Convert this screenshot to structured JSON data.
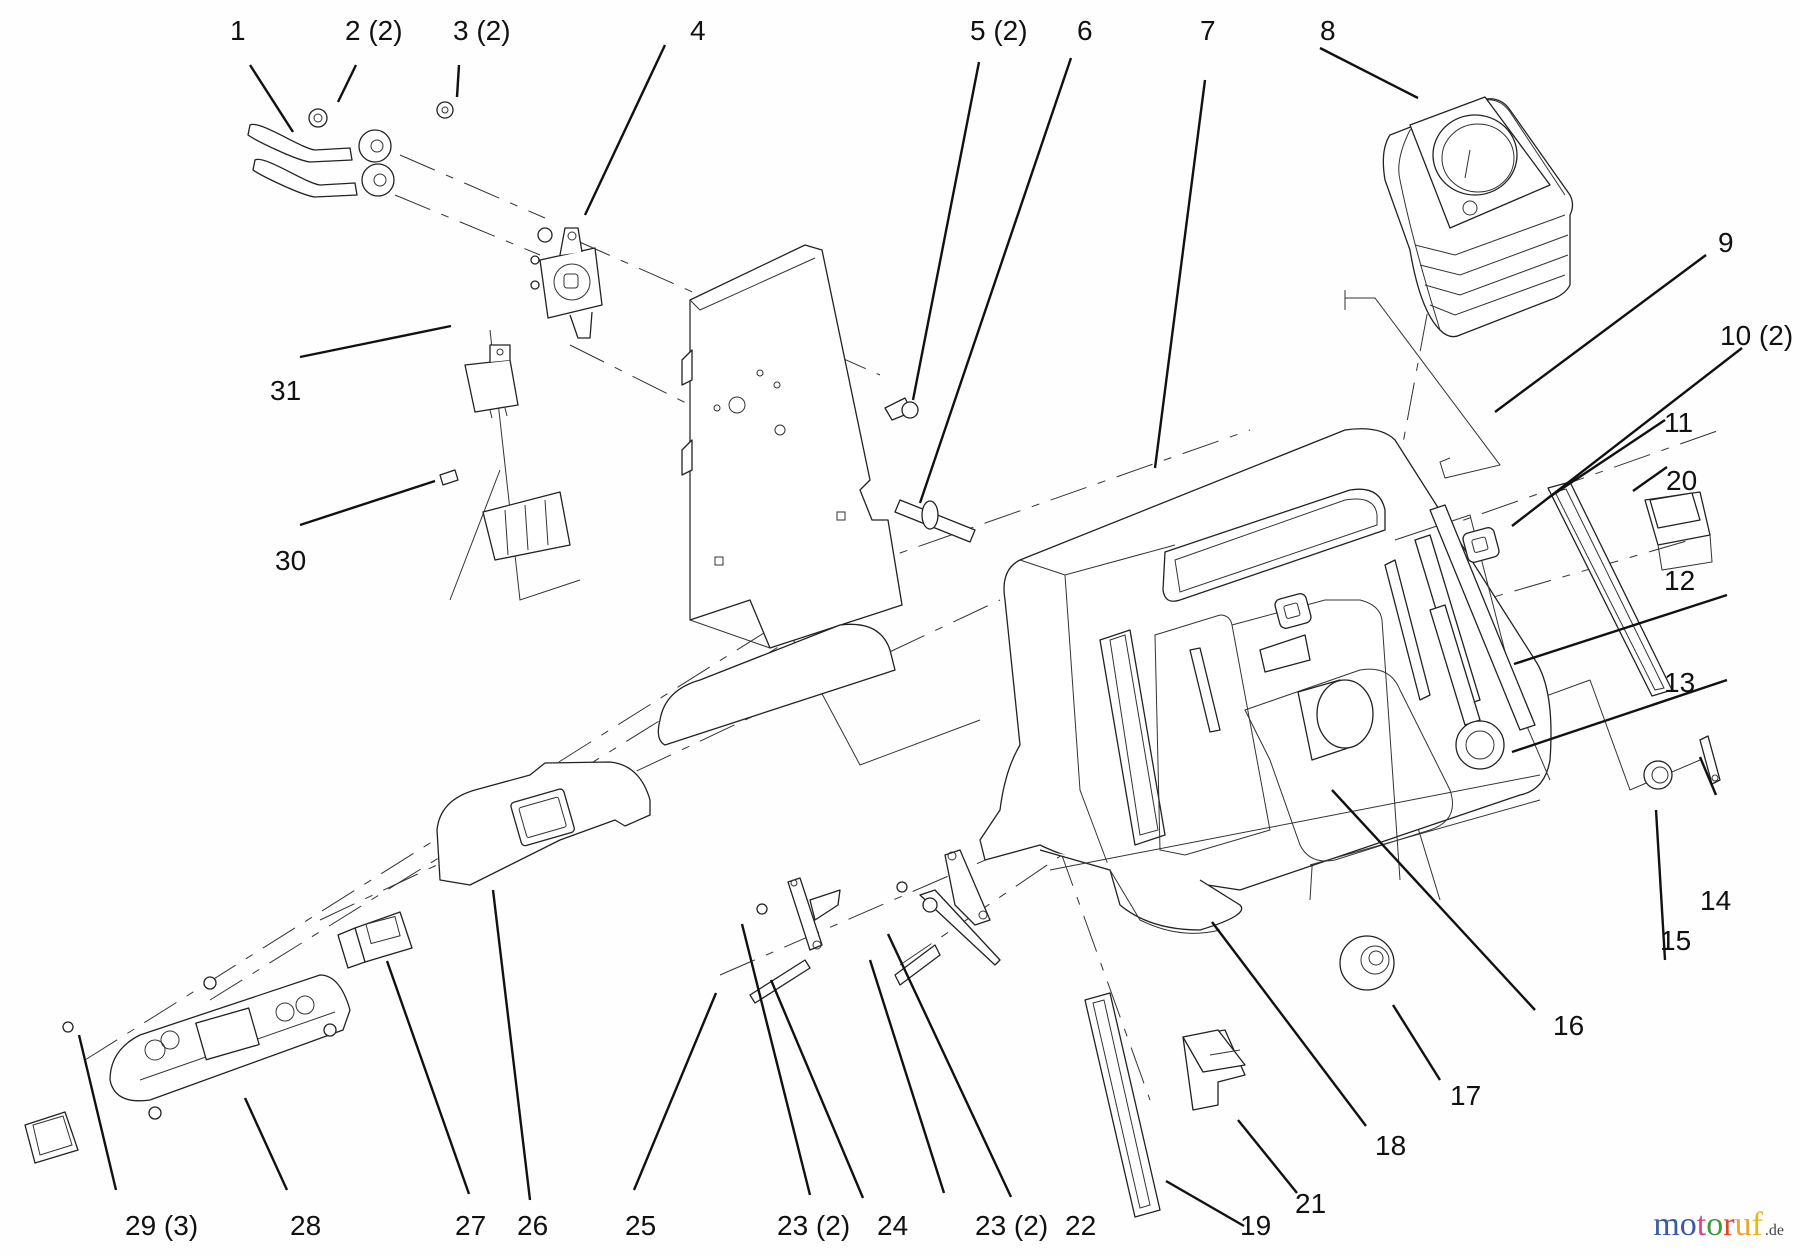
{
  "diagram": {
    "title": "Control panel / dash console exploded parts view",
    "callouts": [
      {
        "id": "1",
        "text": "1"
      },
      {
        "id": "2",
        "text": "2 (2)"
      },
      {
        "id": "3",
        "text": "3 (2)"
      },
      {
        "id": "4",
        "text": "4"
      },
      {
        "id": "5",
        "text": "5 (2)"
      },
      {
        "id": "6",
        "text": "6"
      },
      {
        "id": "7",
        "text": "7"
      },
      {
        "id": "8",
        "text": "8"
      },
      {
        "id": "9",
        "text": "9"
      },
      {
        "id": "10",
        "text": "10 (2)"
      },
      {
        "id": "11",
        "text": "11"
      },
      {
        "id": "12",
        "text": "12"
      },
      {
        "id": "13",
        "text": "13"
      },
      {
        "id": "14",
        "text": "14"
      },
      {
        "id": "15",
        "text": "15"
      },
      {
        "id": "16",
        "text": "16"
      },
      {
        "id": "17",
        "text": "17"
      },
      {
        "id": "18",
        "text": "18"
      },
      {
        "id": "19",
        "text": "19"
      },
      {
        "id": "20",
        "text": "20"
      },
      {
        "id": "21",
        "text": "21"
      },
      {
        "id": "22",
        "text": "22"
      },
      {
        "id": "23a",
        "text": "23 (2)"
      },
      {
        "id": "23b",
        "text": "23 (2)"
      },
      {
        "id": "24",
        "text": "24"
      },
      {
        "id": "25",
        "text": "25"
      },
      {
        "id": "26",
        "text": "26"
      },
      {
        "id": "27",
        "text": "27"
      },
      {
        "id": "28",
        "text": "28"
      },
      {
        "id": "29",
        "text": "29 (3)"
      },
      {
        "id": "30",
        "text": "30"
      },
      {
        "id": "31",
        "text": "31"
      }
    ]
  },
  "watermark": {
    "letters": [
      "m",
      "o",
      "t",
      "o",
      "r",
      "u",
      "f"
    ],
    "colors": [
      "#3a5aa8",
      "#3a5aa8",
      "#d6458f",
      "#3f9a3c",
      "#e0452a",
      "#f0a22a",
      "#e8b71c"
    ],
    "tld": ".de"
  }
}
